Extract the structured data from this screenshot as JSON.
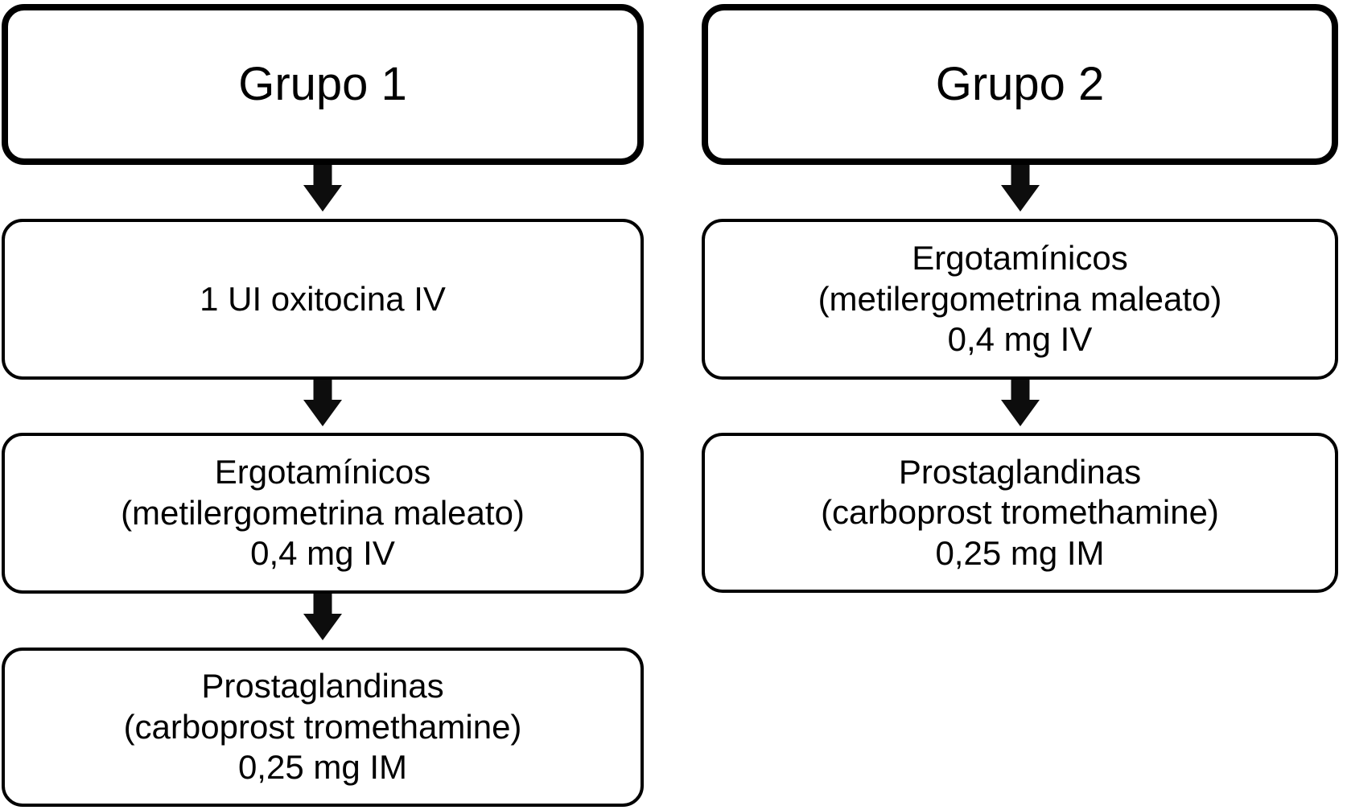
{
  "diagram": {
    "type": "flowchart",
    "background": "#ffffff",
    "box_border_color": "#000000",
    "text_color": "#000000",
    "arrow_color": "#0d0d0d",
    "columns": [
      {
        "header": "Grupo 1",
        "steps": [
          {
            "lines": [
              "1 UI oxitocina IV"
            ]
          },
          {
            "lines": [
              "Ergotamínicos",
              "(metilergometrina maleato)",
              "0,4 mg IV"
            ]
          },
          {
            "lines": [
              "Prostaglandinas",
              "(carboprost tromethamine)",
              "0,25 mg IM"
            ]
          }
        ]
      },
      {
        "header": "Grupo 2",
        "steps": [
          {
            "lines": [
              "Ergotamínicos",
              "(metilergometrina maleato)",
              "0,4 mg IV"
            ]
          },
          {
            "lines": [
              "Prostaglandinas",
              "(carboprost tromethamine)",
              "0,25 mg IM"
            ]
          }
        ]
      }
    ]
  }
}
